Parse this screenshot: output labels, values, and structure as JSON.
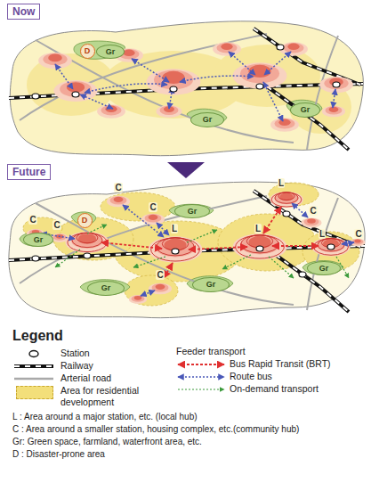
{
  "diagram": {
    "nodes": [
      {
        "text": [
          "Now"
        ]
      },
      {
        "text": [
          "Future"
        ]
      },
      {
        "text": [
          "D"
        ]
      },
      {
        "text": [
          "Gr"
        ]
      },
      {
        "text": [
          "Gr"
        ]
      },
      {
        "text": [
          "Gr"
        ]
      },
      {
        "text": [
          "D"
        ]
      },
      {
        "text": [
          "Gr"
        ]
      },
      {
        "text": [
          "Gr"
        ]
      },
      {
        "text": [
          "Gr"
        ]
      },
      {
        "text": [
          "Gr"
        ]
      },
      {
        "text": [
          "Gr"
        ]
      }
    ],
    "labels": [
      "Legend",
      "Feeder transport",
      "L : Area around a major station, etc. (local hub)",
      "C : Area around a smaller station, housing complex, etc.(community hub)",
      "Gr: Green space, farmland, waterfront area, etc.",
      "D : Disaster-prone area",
      "C",
      "C",
      "L",
      "C",
      "C",
      "C",
      "L",
      "L",
      "L",
      "C",
      "C"
    ],
    "legend": [
      {
        "text": "Station"
      },
      {
        "text": "Railway"
      },
      {
        "text": "Arterial road"
      },
      {
        "text": "Area for residential development",
        "color": "#f3df7a"
      },
      {
        "text": "Bus Rapid Transit (BRT)"
      },
      {
        "text": "Route bus"
      },
      {
        "text": "On-demand transport"
      }
    ]
  }
}
